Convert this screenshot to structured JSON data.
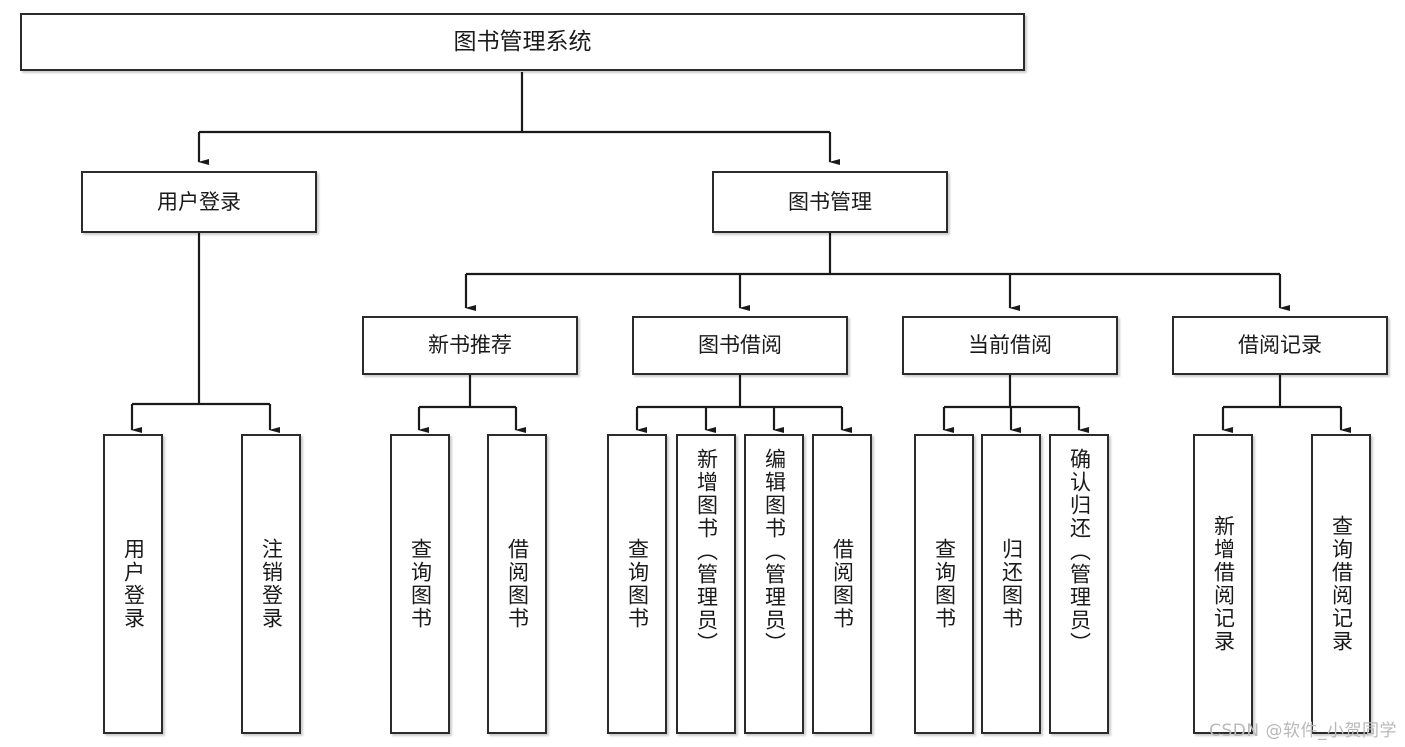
{
  "diagram": {
    "title_node": {
      "label": "图书管理系统"
    },
    "level2": [
      {
        "label": "用户登录"
      },
      {
        "label": "图书管理"
      }
    ],
    "level3": [
      {
        "label": "新书推荐"
      },
      {
        "label": "图书借阅"
      },
      {
        "label": "当前借阅"
      },
      {
        "label": "借阅记录"
      }
    ],
    "leaves": {
      "user_login": [
        {
          "label": "用户登录"
        },
        {
          "label": "注销登录"
        }
      ],
      "new_book_recommend": [
        {
          "label": "查询图书"
        },
        {
          "label": "借阅图书"
        }
      ],
      "book_borrow": [
        {
          "label": "查询图书"
        },
        {
          "label": "新增图书（管理员）"
        },
        {
          "label": "编辑图书（管理员）"
        },
        {
          "label": "借阅图书"
        }
      ],
      "current_borrow": [
        {
          "label": "查询图书"
        },
        {
          "label": "归还图书"
        },
        {
          "label": "确认归还（管理员）"
        }
      ],
      "borrow_record": [
        {
          "label": "新增借阅记录"
        },
        {
          "label": "查询借阅记录"
        }
      ]
    }
  },
  "watermark": {
    "text": "CSDN @软件_小贺同学"
  },
  "colors": {
    "box_border": "#2b2b2b",
    "box_fill": "#ffffff",
    "line": "#1a1a1a",
    "text": "#1a1a1a",
    "watermark": "#b9b9b9",
    "page_background": "#ffffff"
  }
}
